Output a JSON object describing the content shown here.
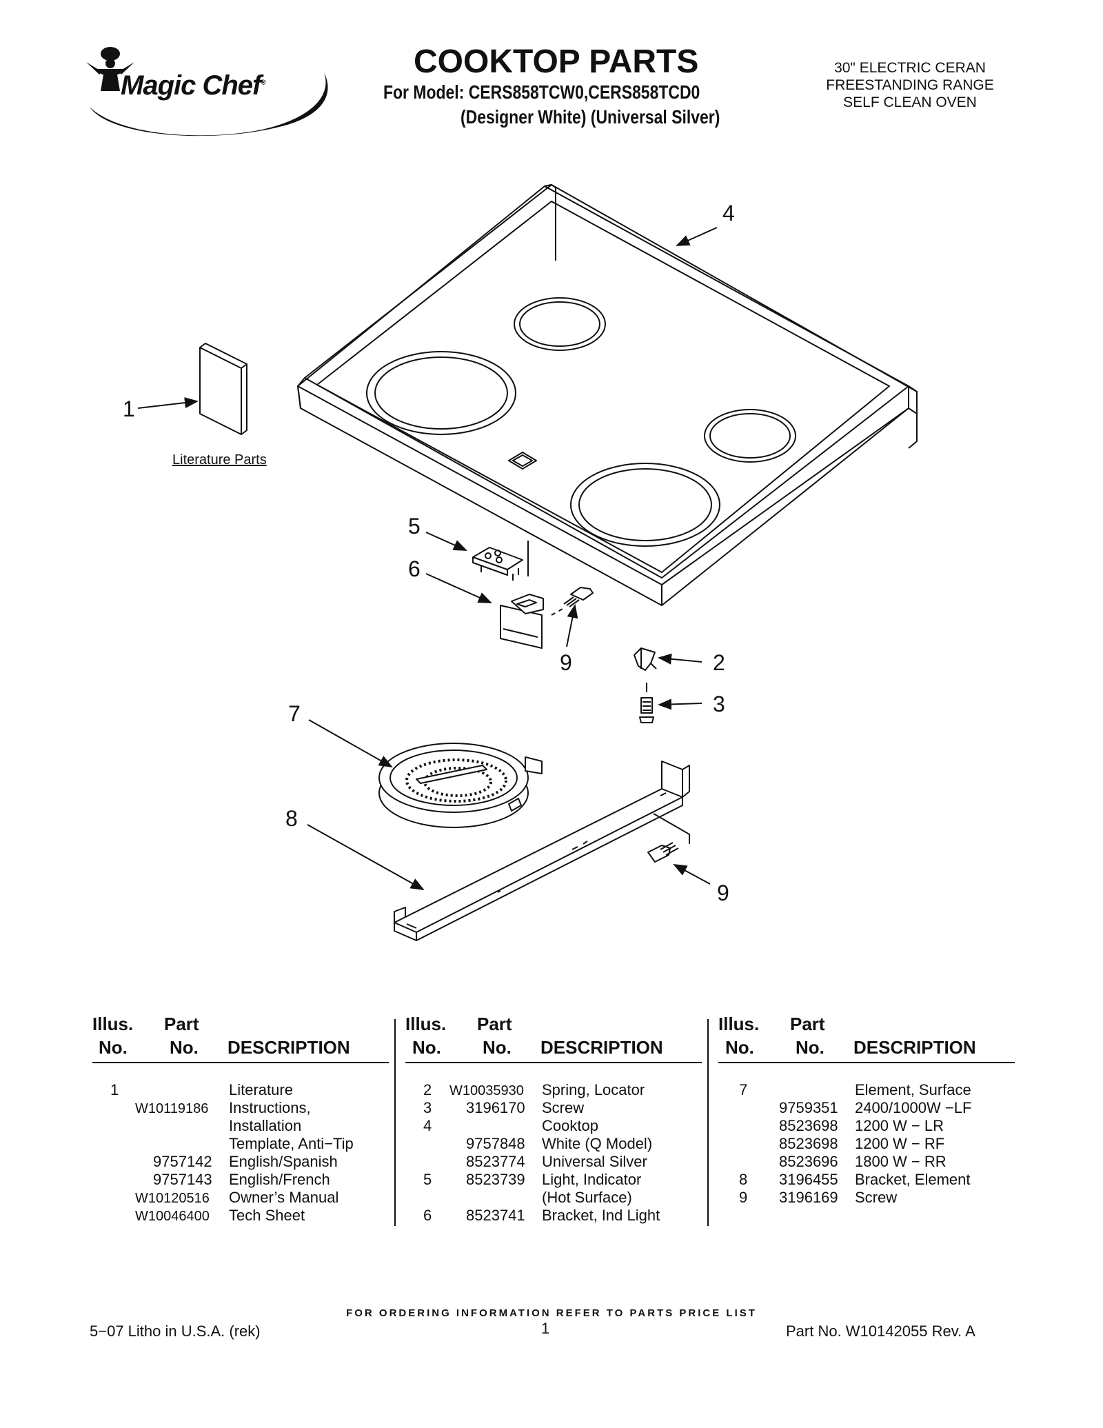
{
  "header": {
    "brand": "Magic Chef",
    "title": "COOKTOP PARTS",
    "model_line": "For Model: CERS858TCW0,CERS858TCD0",
    "variant_line": "(Designer White) (Universal Silver)",
    "spec_lines": [
      "30\" ELECTRIC CERAN",
      "FREESTANDING RANGE",
      "SELF CLEAN OVEN"
    ]
  },
  "diagram": {
    "literature_label": "Literature Parts",
    "callouts": [
      "1",
      "2",
      "3",
      "4",
      "5",
      "6",
      "7",
      "8",
      "9",
      "9"
    ]
  },
  "table": {
    "headers": {
      "illus_1": "Illus.",
      "illus_2": "No.",
      "part_1": "Part",
      "part_2": "No.",
      "description": "DESCRIPTION"
    },
    "columns": [
      {
        "rows": [
          {
            "illus": "1",
            "part": "",
            "desc": "Literature"
          },
          {
            "illus": "",
            "part": "W10119186",
            "desc": "Instructions,"
          },
          {
            "illus": "",
            "part": "",
            "desc": "Installation"
          },
          {
            "illus": "",
            "part": "",
            "desc": "Template, Anti−Tip"
          },
          {
            "illus": "",
            "part": "9757142",
            "desc": "English/Spanish"
          },
          {
            "illus": "",
            "part": "9757143",
            "desc": "English/French"
          },
          {
            "illus": "",
            "part": "W10120516",
            "desc": "Owner’s Manual"
          },
          {
            "illus": "",
            "part": "W10046400",
            "desc": "Tech Sheet"
          }
        ]
      },
      {
        "rows": [
          {
            "illus": "2",
            "part": "W10035930",
            "desc": "Spring, Locator"
          },
          {
            "illus": "3",
            "part": "3196170",
            "desc": "Screw"
          },
          {
            "illus": "4",
            "part": "",
            "desc": "Cooktop"
          },
          {
            "illus": "",
            "part": "9757848",
            "desc": "White (Q Model)"
          },
          {
            "illus": "",
            "part": "8523774",
            "desc": "Universal Silver"
          },
          {
            "illus": "5",
            "part": "8523739",
            "desc": "Light, Indicator"
          },
          {
            "illus": "",
            "part": "",
            "desc": "(Hot Surface)"
          },
          {
            "illus": "6",
            "part": "8523741",
            "desc": "Bracket, Ind Light"
          }
        ]
      },
      {
        "rows": [
          {
            "illus": "7",
            "part": "",
            "desc": "Element, Surface"
          },
          {
            "illus": "",
            "part": "9759351",
            "desc": "2400/1000W −LF"
          },
          {
            "illus": "",
            "part": "8523698",
            "desc": "1200 W − LR"
          },
          {
            "illus": "",
            "part": "8523698",
            "desc": "1200 W − RF"
          },
          {
            "illus": "",
            "part": "8523696",
            "desc": "1800 W − RR"
          },
          {
            "illus": "8",
            "part": "3196455",
            "desc": "Bracket, Element"
          },
          {
            "illus": "9",
            "part": "3196169",
            "desc": "Screw"
          }
        ]
      }
    ]
  },
  "footer": {
    "ordering": "FOR ORDERING INFORMATION REFER TO PARTS PRICE LIST",
    "litho": "5−07 Litho in U.S.A. (rek)",
    "page": "1",
    "part_no": "Part No. W10142055 Rev. A"
  }
}
